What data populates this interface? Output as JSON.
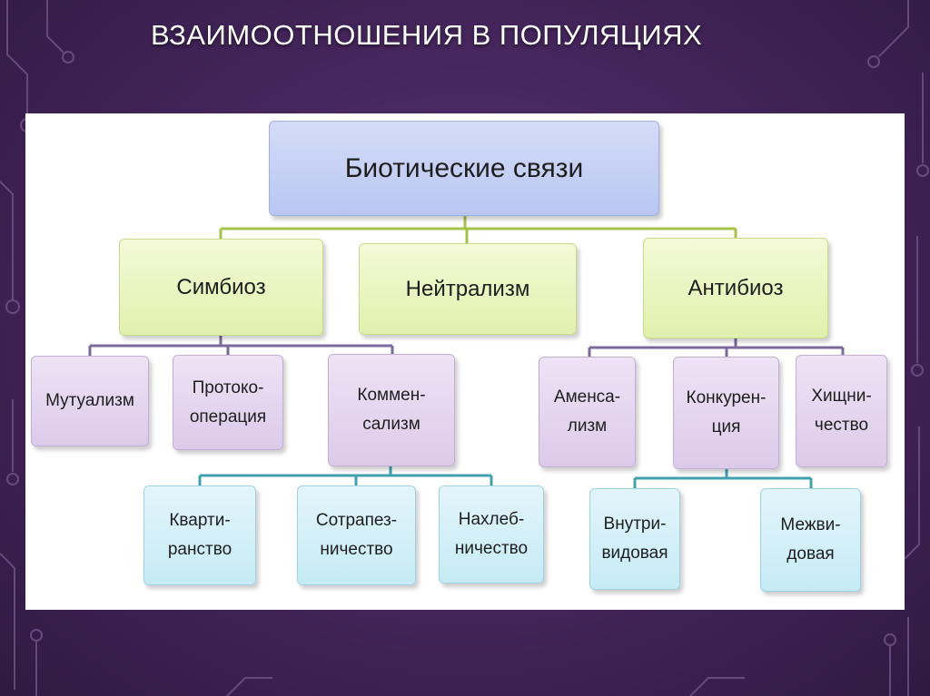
{
  "slide": {
    "title": "ВЗАИМООТНОШЕНИЯ В ПОПУЛЯЦИЯХ"
  },
  "diagram": {
    "root": "Биотические связи",
    "symbiosis": "Симбиоз",
    "neutralism": "Нейтрализм",
    "antibiosis": "Антибиоз",
    "mutualism": "Мутуализм",
    "protocooperation": "Протоко-\nоперация",
    "commensalism": "Коммен-\nсализм",
    "amensalism": "Аменса-\nлизм",
    "competition": "Конкурен-\nция",
    "predation": "Хищни-\nчество",
    "quartering": "Кварти-\nранство",
    "co_feeding": "Сотрапез-\nничество",
    "freeloading": "Нахлеб-\nничество",
    "intraspecific": "Внутри-\nвидовая",
    "interspecific": "Межви-\nдовая"
  },
  "colors": {
    "background": "#432459",
    "root_fill": "#c4cff4",
    "level1_fill": "#e8f4bd",
    "level2_fill": "#e4d5ef",
    "level3_fill": "#d2f0f9",
    "connector_green": "#a3c247",
    "connector_purple": "#7b6a9c",
    "connector_teal": "#3fa0ae"
  }
}
